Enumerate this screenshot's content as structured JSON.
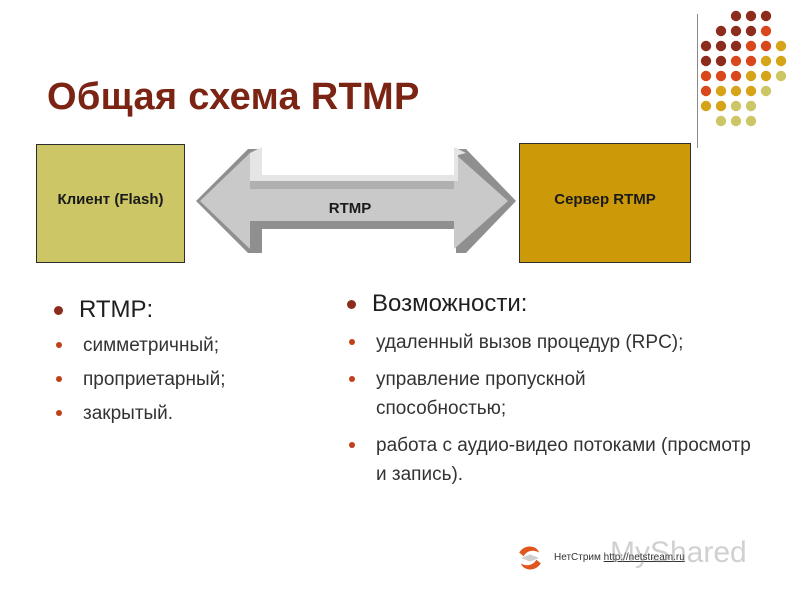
{
  "slide": {
    "title": "Общая схема RTMP",
    "client_box": "Клиент (Flash)",
    "server_box": "Сервер RTMP",
    "arrow_label": "RTMP",
    "left_heading": "RTMP:",
    "left_items": [
      "симметричный;",
      "проприетарный;",
      "закрытый."
    ],
    "right_heading": "Возможности:",
    "right_items": [
      "удаленный вызов процедур (RPC);",
      "управление пропускной способностью;",
      "работа с аудио-видео потоками (просмотр и запись)."
    ],
    "footer_company": "НетСтрим",
    "footer_url": "http://netstream.ru",
    "watermark": "MyShared"
  },
  "colors": {
    "title": "#7b2414",
    "client_box": "#cdc666",
    "server_box": "#cc9a08",
    "bullet_main": "#8b2c1c",
    "bullet_sub": "#c0401a",
    "dot_dark_red": "#8b2c1c",
    "dot_orange": "#d9481c",
    "dot_gold": "#d6a418",
    "dot_olive": "#cdc666"
  },
  "icons": {
    "decorative_dots": "dot-grid",
    "arrow": "double-headed-arrow",
    "footer_logo": "netstream-logo"
  }
}
